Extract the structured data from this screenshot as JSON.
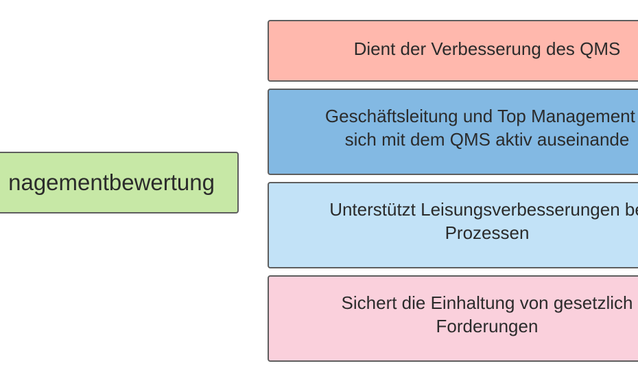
{
  "central": {
    "label": "nagementbewertung"
  },
  "branches": [
    {
      "lines": [
        "Dient der Verbesserung des QMS"
      ],
      "color": "#ffb8ad"
    },
    {
      "lines": [
        "Geschäftsleitung und Top Management s",
        "sich mit dem QMS aktiv auseinande"
      ],
      "color": "#83b9e3"
    },
    {
      "lines": [
        "Unterstützt Leisungsverbesserungen be",
        "Prozessen"
      ],
      "color": "#c2e2f7"
    },
    {
      "lines": [
        "Sichert die Einhaltung von gesetzlich",
        "Forderungen"
      ],
      "color": "#fad0dc"
    }
  ]
}
